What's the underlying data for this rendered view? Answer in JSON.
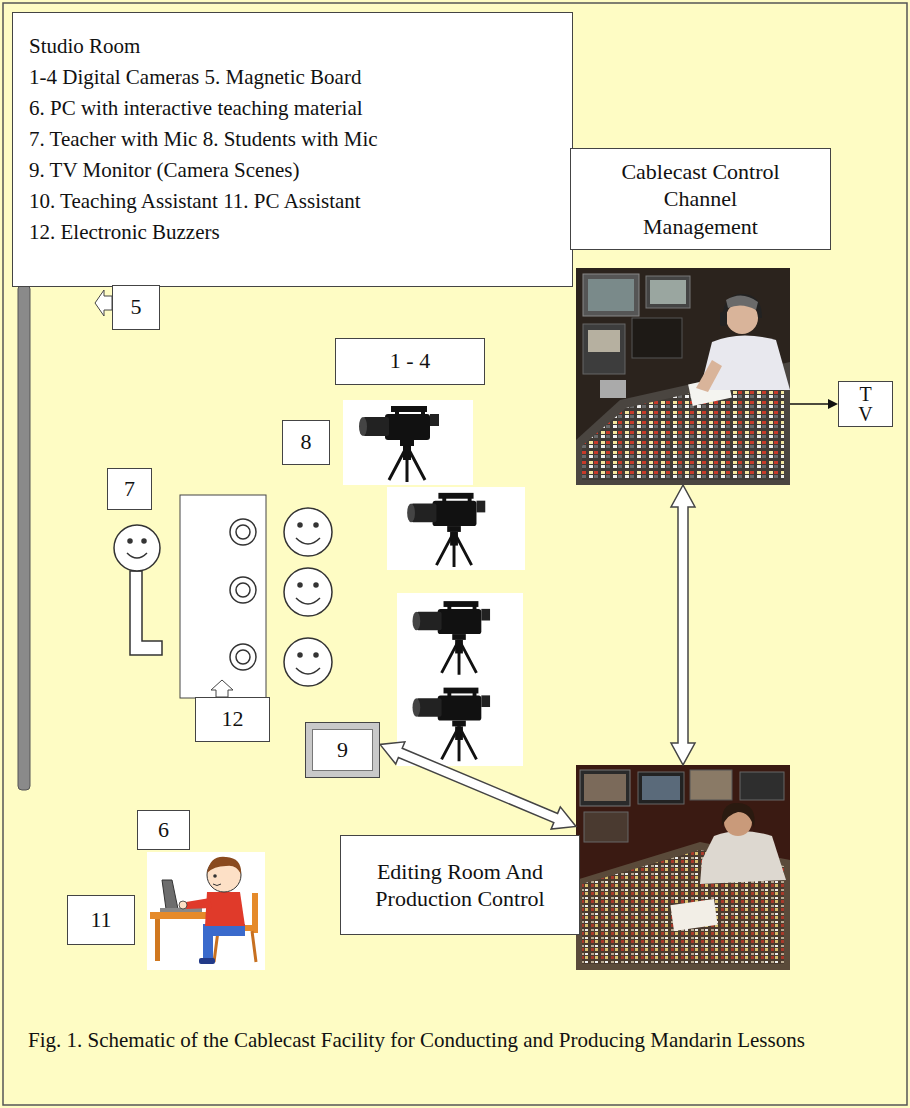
{
  "diagram": {
    "caption": "Fig. 1. Schematic of the Cablecast Facility for Conducting and Producing Mandarin Lessons",
    "nodes": [
      {
        "text": [
          "Studio Room",
          "1-4 Digital Cameras 5. Magnetic Board",
          "6. PC with interactive teaching material",
          "7. Teacher with Mic 8. Students with Mic",
          "9. TV Monitor (Camera Scenes)",
          "10. Teaching Assistant 11. PC Assistant",
          "12. Electronic Buzzers"
        ]
      },
      {
        "text": [
          "Cablecast Control Channel Management"
        ]
      },
      {
        "text": [
          "5"
        ]
      },
      {
        "text": [
          "1 - 4"
        ]
      },
      {
        "text": [
          "T V"
        ]
      },
      {
        "text": [
          "8"
        ]
      },
      {
        "text": [
          "7"
        ]
      },
      {
        "text": [
          "12"
        ]
      },
      {
        "text": [
          "9"
        ]
      },
      {
        "text": [
          "6"
        ]
      },
      {
        "text": [
          "Editing Room And Production Control"
        ]
      },
      {
        "text": [
          "11"
        ]
      }
    ],
    "edges": [
      {
        "from": 1,
        "to": 4,
        "arrow": "to"
      },
      {
        "from": 1,
        "to": 10,
        "arrow": "both"
      },
      {
        "from": 8,
        "to": 10,
        "arrow": "both"
      }
    ]
  }
}
